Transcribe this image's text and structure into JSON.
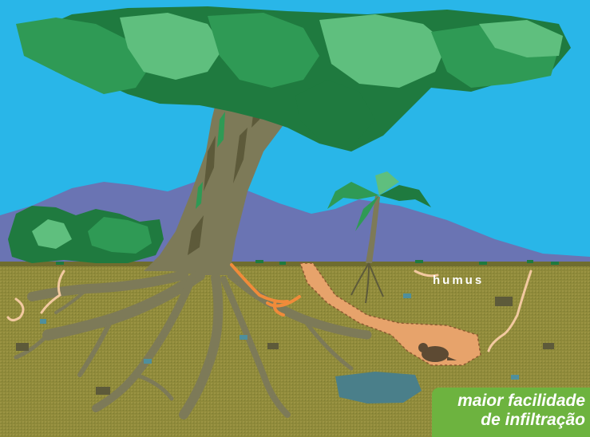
{
  "labels": {
    "humus": "humus"
  },
  "caption": {
    "line1": "maior facilidade",
    "line2": "de infiltração"
  },
  "colors": {
    "sky": "#29b6e8",
    "mountains": "#6a74b3",
    "soil": "#8f8a3a",
    "trunk": "#7d7a58",
    "foliage_dark": "#1f7a3f",
    "foliage_mid": "#2f9a55",
    "foliage_light": "#5fbf7e",
    "burrow": "#e7a36b",
    "worm_trail": "#f08b3a",
    "caption_box": "#6db33f"
  }
}
